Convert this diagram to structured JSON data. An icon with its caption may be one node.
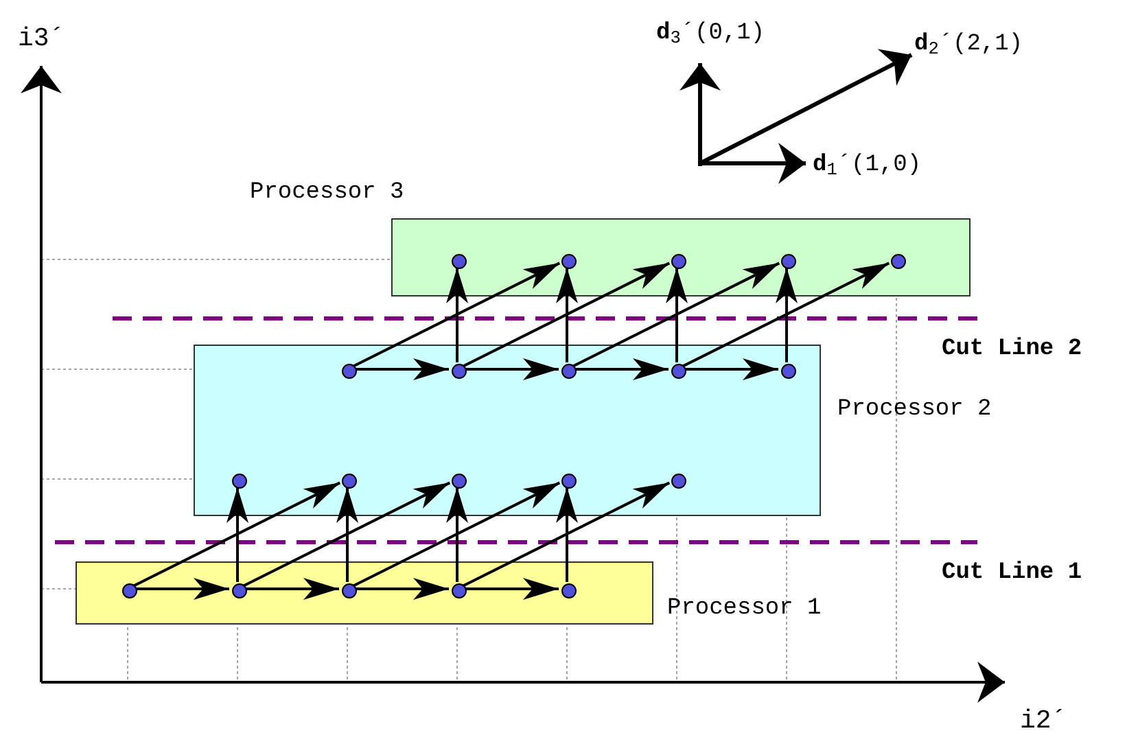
{
  "diagram": {
    "nodes": [
      {
        "text": [],
        "shape": "box",
        "beside": [
          "Processor 3"
        ]
      },
      {
        "text": [],
        "shape": "circle",
        "in": 0
      },
      {
        "text": [],
        "shape": "circle",
        "in": 0
      },
      {
        "text": [],
        "shape": "circle",
        "in": 0
      },
      {
        "text": [],
        "shape": "circle",
        "in": 0
      },
      {
        "text": [],
        "shape": "circle",
        "in": 0
      },
      {
        "text": [],
        "shape": "box",
        "beside": [
          "Processor 2"
        ]
      },
      {
        "text": [],
        "shape": "circle",
        "in": 6
      },
      {
        "text": [],
        "shape": "circle",
        "in": 6
      },
      {
        "text": [],
        "shape": "circle",
        "in": 6
      },
      {
        "text": [],
        "shape": "circle",
        "in": 6
      },
      {
        "text": [],
        "shape": "circle",
        "in": 6
      },
      {
        "text": [],
        "shape": "circle",
        "in": 6
      },
      {
        "text": [],
        "shape": "circle",
        "in": 6
      },
      {
        "text": [],
        "shape": "circle",
        "in": 6
      },
      {
        "text": [],
        "shape": "circle",
        "in": 6
      },
      {
        "text": [],
        "shape": "circle",
        "in": 6
      },
      {
        "text": [],
        "shape": "box",
        "beside": [
          "Processor 1"
        ]
      },
      {
        "text": [],
        "shape": "circle",
        "in": 17
      },
      {
        "text": [],
        "shape": "circle",
        "in": 17
      },
      {
        "text": [],
        "shape": "circle",
        "in": 17
      },
      {
        "text": [],
        "shape": "circle",
        "in": 17
      },
      {
        "text": [],
        "shape": "circle",
        "in": 17
      }
    ],
    "edges": [
      {
        "from": 18,
        "to": 19,
        "arrow": "to"
      },
      {
        "from": 19,
        "to": 20,
        "arrow": "to"
      },
      {
        "from": 20,
        "to": 21,
        "arrow": "to"
      },
      {
        "from": 21,
        "to": 22,
        "arrow": "to"
      },
      {
        "from": 19,
        "to": 12,
        "arrow": "to"
      },
      {
        "from": 20,
        "to": 13,
        "arrow": "to"
      },
      {
        "from": 21,
        "to": 14,
        "arrow": "to"
      },
      {
        "from": 22,
        "to": 15,
        "arrow": "to"
      },
      {
        "from": 18,
        "to": 13,
        "arrow": "to"
      },
      {
        "from": 19,
        "to": 14,
        "arrow": "to"
      },
      {
        "from": 20,
        "to": 15,
        "arrow": "to"
      },
      {
        "from": 21,
        "to": 16,
        "arrow": "to"
      },
      {
        "from": 7,
        "to": 8,
        "arrow": "to"
      },
      {
        "from": 8,
        "to": 9,
        "arrow": "to"
      },
      {
        "from": 9,
        "to": 10,
        "arrow": "to"
      },
      {
        "from": 10,
        "to": 11,
        "arrow": "to"
      },
      {
        "from": 8,
        "to": 1,
        "arrow": "to"
      },
      {
        "from": 9,
        "to": 2,
        "arrow": "to"
      },
      {
        "from": 10,
        "to": 3,
        "arrow": "to"
      },
      {
        "from": 11,
        "to": 4,
        "arrow": "to"
      },
      {
        "from": 7,
        "to": 2,
        "arrow": "to"
      },
      {
        "from": 8,
        "to": 3,
        "arrow": "to"
      },
      {
        "from": 9,
        "to": 4,
        "arrow": "to"
      },
      {
        "from": 10,
        "to": 5,
        "arrow": "to"
      }
    ],
    "labels": [
      "i3´",
      "i2´",
      "**d**$_{3}$´(0,1)",
      "**d**$_{2}$´(2,1)",
      "**d**$_{1}$´(1,0)",
      "Cut Line 2",
      "Cut Line 1"
    ]
  }
}
